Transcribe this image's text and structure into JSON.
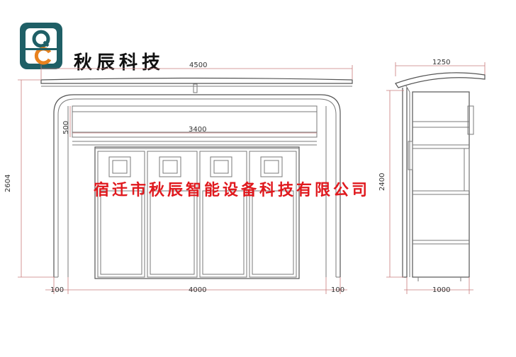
{
  "brand": {
    "logo_letters": "QC",
    "logo_colors": {
      "dark": "#1f5f66",
      "accent": "#e8821e"
    },
    "name": "秋辰科技"
  },
  "watermark": {
    "text": "宿迁市秋辰智能设备科技有限公司",
    "color": "#e0191e"
  },
  "front_view": {
    "dim_top_width": "4500",
    "dim_left_height": "2604",
    "dim_panel_height": "500",
    "dim_panel_width": "3400",
    "dim_bottom_left": "100",
    "dim_bottom_mid": "4000",
    "dim_bottom_right": "100",
    "bins": 4
  },
  "side_view": {
    "dim_top_width": "1250",
    "dim_height": "2400",
    "dim_bottom_width": "1000"
  }
}
